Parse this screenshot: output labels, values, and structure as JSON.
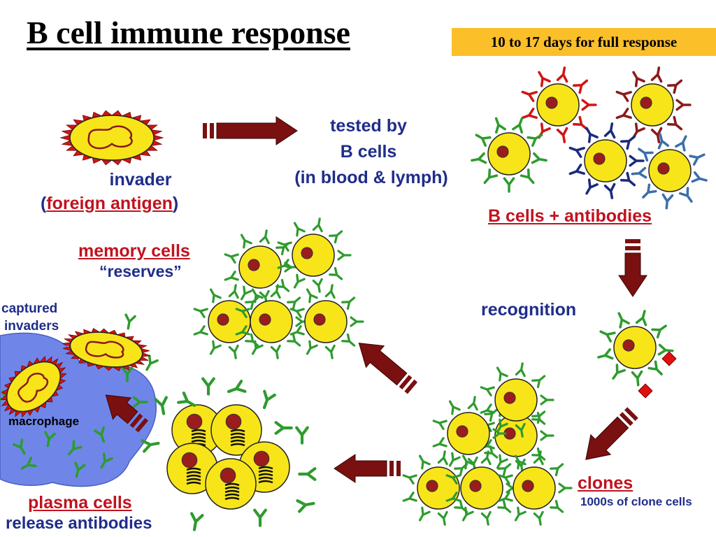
{
  "title": "B cell immune response",
  "duration_note": "10 to 17 days for full response",
  "labels": {
    "invader": "invader",
    "foreign_antigen": "foreign antigen",
    "open_paren": "(",
    "close_paren": ")",
    "tested_by_1": "tested by",
    "tested_by_2": "B cells",
    "tested_by_3": "(in blood & lymph)",
    "b_cells_antibodies": "B cells + antibodies",
    "recognition": "recognition",
    "clones": "clones",
    "clones_note": "1000s of clone cells",
    "plasma_cells": "plasma cells",
    "release_antibodies": "release antibodies",
    "memory_cells": "memory cells",
    "reserves": "“reserves”",
    "captured_invaders_1": "captured",
    "captured_invaders_2": "invaders",
    "macrophage": "macrophage"
  },
  "colors": {
    "cell_fill": "#f7e51a",
    "nucleus": "#9b1c1c",
    "arrow": "#7a1010",
    "antibody_green": "#2e9b2e",
    "antibody_red": "#d11515",
    "antibody_darkred": "#8b1a1a",
    "antibody_navy": "#1b2a7a",
    "antibody_steel": "#3b6fa8",
    "macrophage": "#6f86e8",
    "banner": "#fbbf2a"
  }
}
